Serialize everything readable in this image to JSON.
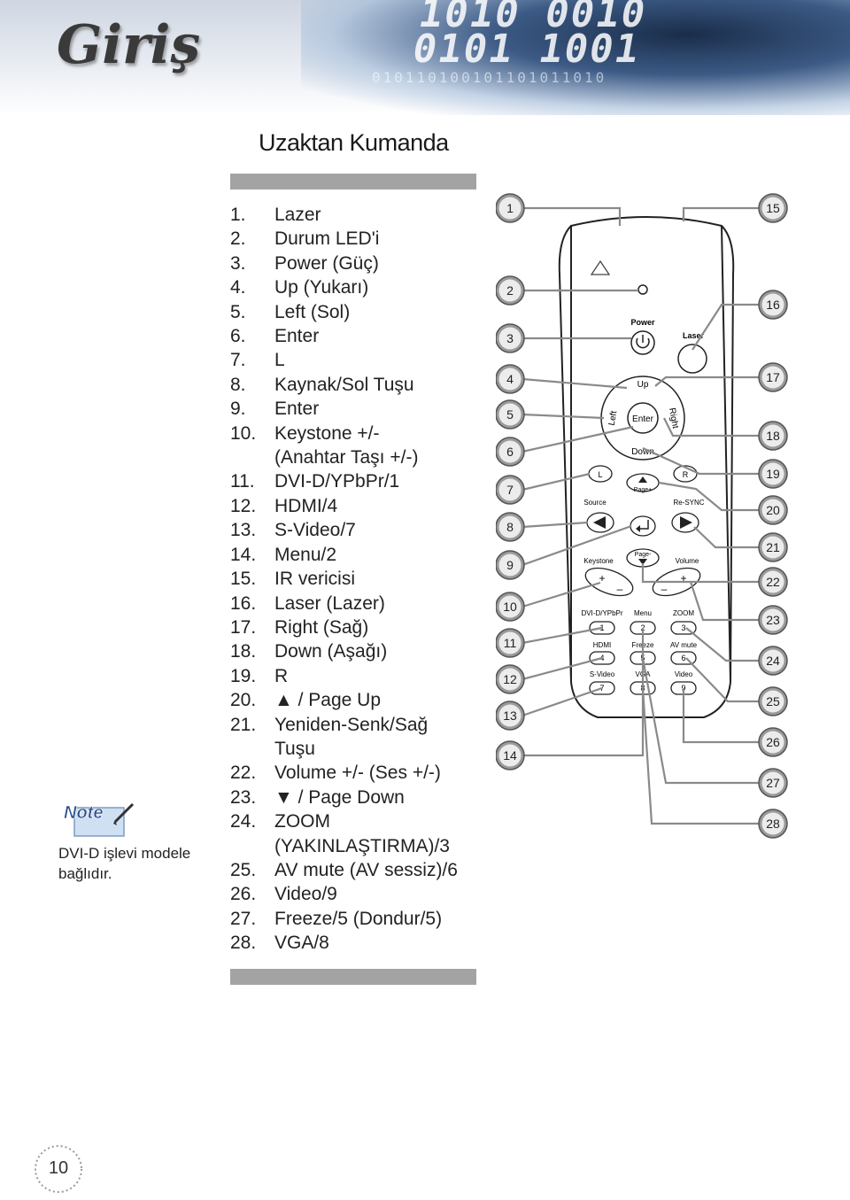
{
  "header": {
    "section_title": "Giriş"
  },
  "page_title": "Uzaktan Kumanda",
  "items": [
    {
      "num": "1.",
      "text": "Lazer"
    },
    {
      "num": "2.",
      "text": "Durum LED'i"
    },
    {
      "num": "3.",
      "text": "Power (Güç)"
    },
    {
      "num": "4.",
      "text": "Up (Yukarı)"
    },
    {
      "num": "5.",
      "text": "Left (Sol)"
    },
    {
      "num": "6.",
      "text": "Enter"
    },
    {
      "num": "7.",
      "text": "L"
    },
    {
      "num": "8.",
      "text": "Kaynak/Sol Tuşu"
    },
    {
      "num": "9.",
      "text": "Enter"
    },
    {
      "num": "10.",
      "text": "Keystone +/-"
    },
    {
      "num": "",
      "text": "(Anahtar Taşı +/-)"
    },
    {
      "num": "11.",
      "text": "DVI-D/YPbPr/1"
    },
    {
      "num": "12.",
      "text": "HDMI/4"
    },
    {
      "num": "13.",
      "text": "S-Video/7"
    },
    {
      "num": "14.",
      "text": "Menu/2"
    },
    {
      "num": "15.",
      "text": "IR vericisi"
    },
    {
      "num": "16.",
      "text": "Laser (Lazer)"
    },
    {
      "num": "17.",
      "text": "Right (Sağ)"
    },
    {
      "num": "18.",
      "text": "Down (Aşağı)"
    },
    {
      "num": "19.",
      "text": "R"
    },
    {
      "num": "20.",
      "text": "▲ / Page Up"
    },
    {
      "num": "21.",
      "text": "Yeniden-Senk/Sağ"
    },
    {
      "num": "",
      "text": "Tuşu"
    },
    {
      "num": "22.",
      "text": "Volume +/- (Ses +/-)"
    },
    {
      "num": "23.",
      "text": "▼ / Page Down"
    },
    {
      "num": "24.",
      "text": "ZOOM"
    },
    {
      "num": "",
      "text": "(YAKINLAŞTIRMA)/3"
    },
    {
      "num": "25.",
      "text": "AV mute (AV sessiz)/6"
    },
    {
      "num": "26.",
      "text": "Video/9"
    },
    {
      "num": "27.",
      "text": "Freeze/5 (Dondur/5)"
    },
    {
      "num": "28.",
      "text": "VGA/8"
    }
  ],
  "note": {
    "icon_label": "Note",
    "text": "DVI-D işlevi modele bağlıdır."
  },
  "remote": {
    "callouts_left": [
      "1",
      "2",
      "3",
      "4",
      "5",
      "6",
      "7",
      "8",
      "9",
      "10",
      "11",
      "12",
      "13",
      "14"
    ],
    "callouts_right": [
      "15",
      "16",
      "17",
      "18",
      "19",
      "20",
      "21",
      "22",
      "23",
      "24",
      "25",
      "26",
      "27",
      "28"
    ],
    "labels": {
      "power": "Power",
      "laser": "Laser",
      "up": "Up",
      "down": "Down",
      "left": "Left",
      "right": "Right",
      "enter": "Enter",
      "l": "L",
      "r": "R",
      "page_up": "Page+",
      "page_down": "Page-",
      "source": "Source",
      "resync": "Re-SYNC",
      "keystone": "Keystone",
      "volume": "Volume",
      "dvi": "DVI-D/YPbPr",
      "menu": "Menu",
      "zoom": "ZOOM",
      "hdmi": "HDMI",
      "freeze": "Freeze",
      "avmute": "AV mute",
      "svideo": "S-Video",
      "vga": "VGA",
      "video": "Video",
      "n1": "1",
      "n2": "2",
      "n3": "3",
      "n4": "4",
      "n5": "5",
      "n6": "6",
      "n7": "7",
      "n8": "8",
      "n9": "9",
      "plus": "+",
      "minus": "–"
    }
  },
  "page_number": "10"
}
